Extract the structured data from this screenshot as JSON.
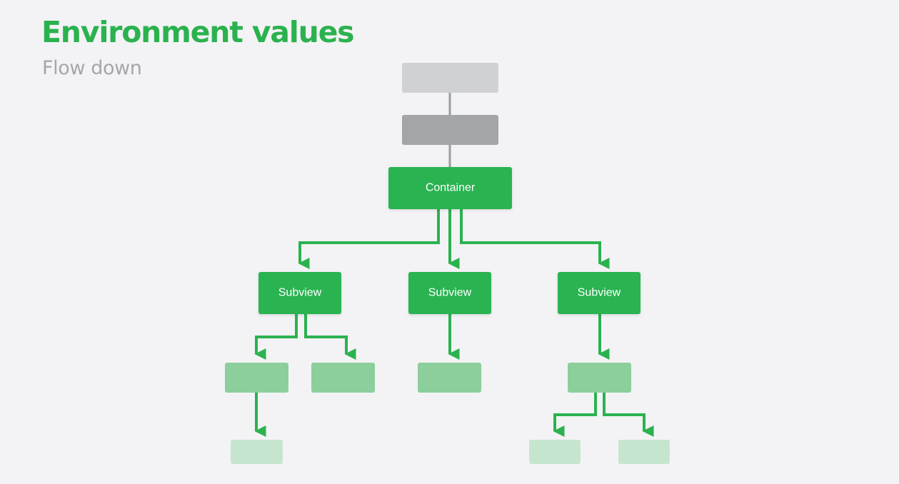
{
  "slide": {
    "title": "Environment values",
    "subtitle": "Flow down"
  },
  "colors": {
    "accent_green": "#2bb24f",
    "primary_node": "#2cb351",
    "secondary_node": "#8ccf9d",
    "tertiary_node": "#c6e5cf",
    "ancestor_light": "#cfd1d3",
    "ancestor_dark": "#a3a5a7",
    "subtitle_gray": "#a6a6aa"
  },
  "diagram": {
    "container_label": "Container",
    "subview_labels": [
      "Subview",
      "Subview",
      "Subview"
    ]
  }
}
